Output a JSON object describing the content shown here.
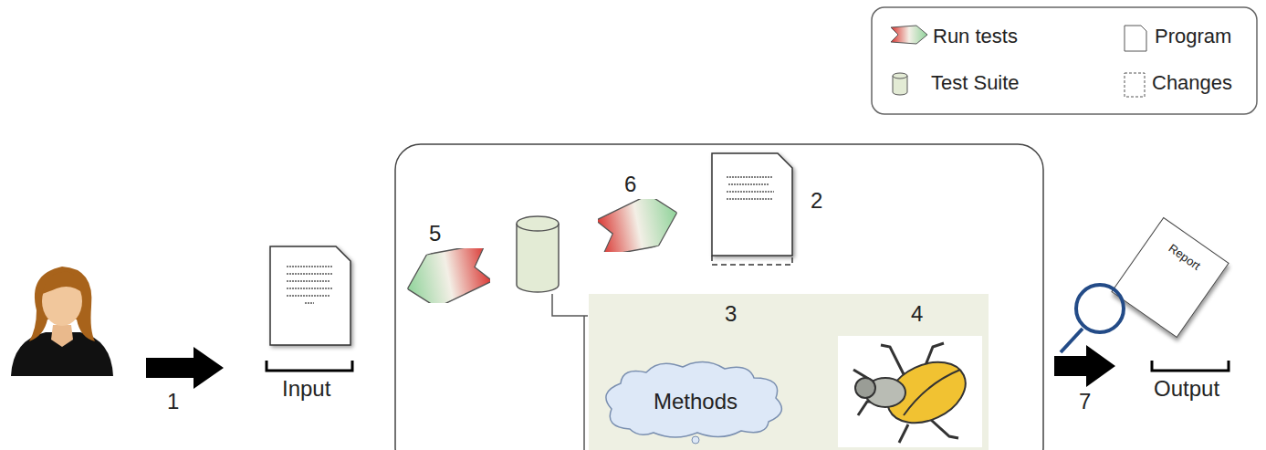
{
  "diagram": {
    "nodes": [
      {
        "text": [
          "Methods"
        ]
      },
      {
        "text": [
          "Report"
        ]
      }
    ],
    "labels": [
      "1",
      "Input",
      "5",
      "6",
      "2",
      "3",
      "4",
      "7",
      "Output"
    ],
    "legend": [
      {
        "text": "Run tests"
      },
      {
        "text": "Program"
      },
      {
        "text": "Test Suite"
      },
      {
        "text": "Changes"
      }
    ]
  }
}
